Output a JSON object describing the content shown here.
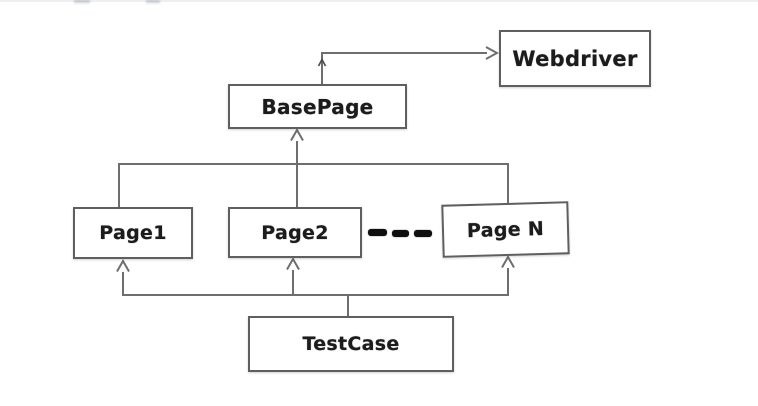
{
  "diagram": {
    "type": "page-object-model-architecture",
    "colors": {
      "background": "#ffffff",
      "box_border": "#5f5f5f",
      "box_fill": "#ffffff",
      "connector_line": "#6e6e6e",
      "text": "#1c1c1c",
      "ellipsis_dash": "#0f0f0f"
    },
    "nodes": {
      "webdriver": {
        "label": "Webdriver"
      },
      "basepage": {
        "label": "BasePage"
      },
      "page1": {
        "label": "Page1"
      },
      "page2": {
        "label": "Page2"
      },
      "pageN": {
        "label": "Page N"
      },
      "testcase": {
        "label": "TestCase"
      }
    },
    "ellipsis": {
      "dash_count": 3,
      "meaning": "more pages between Page2 and Page N"
    },
    "edges": [
      {
        "from": "BasePage",
        "to": "Webdriver",
        "style": "open-arrow-elbow"
      },
      {
        "from": "Page1",
        "to": "BasePage",
        "style": "open-arrow-tree"
      },
      {
        "from": "Page2",
        "to": "BasePage",
        "style": "open-arrow-tree"
      },
      {
        "from": "Page N",
        "to": "BasePage",
        "style": "open-arrow-tree"
      },
      {
        "from": "TestCase",
        "to": "Page1",
        "style": "open-arrow-tree"
      },
      {
        "from": "TestCase",
        "to": "Page2",
        "style": "open-arrow-tree"
      },
      {
        "from": "TestCase",
        "to": "Page N",
        "style": "open-arrow-tree"
      }
    ]
  }
}
